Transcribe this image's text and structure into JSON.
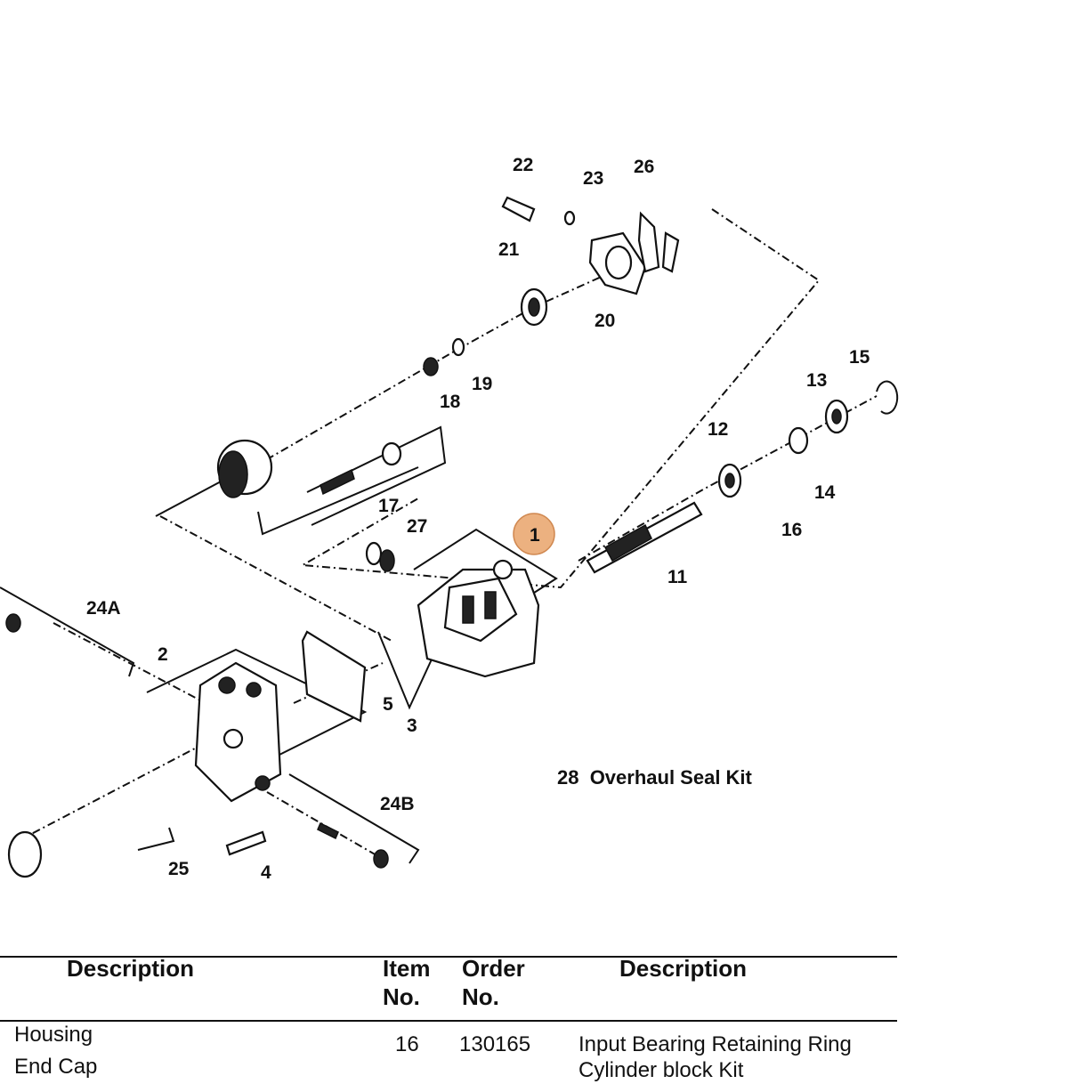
{
  "diagram": {
    "labels": {
      "p1": "1",
      "p2": "2",
      "p3": "3",
      "p4": "4",
      "p5": "5",
      "p11": "11",
      "p12": "12",
      "p13": "13",
      "p14": "14",
      "p15": "15",
      "p16": "16",
      "p17": "17",
      "p18": "18",
      "p19": "19",
      "p20": "20",
      "p21": "21",
      "p22": "22",
      "p23": "23",
      "p24a": "24A",
      "p24b": "24B",
      "p25": "25",
      "p26": "26",
      "p27": "27"
    },
    "kit_label": "28  Overhaul Seal Kit",
    "highlight_color": "#e9a36a"
  },
  "table": {
    "headers": {
      "description_left": "Description",
      "item_no": "Item\nNo.",
      "order_no": "Order\nNo.",
      "description_right": "Description"
    },
    "left_rows": [
      "Housing",
      "End Cap"
    ],
    "right_rows": [
      {
        "item": "16",
        "order": "130165",
        "description": "Input Bearing Retaining Ring"
      },
      {
        "item": "",
        "order": "",
        "description": "Cylinder block Kit"
      }
    ]
  }
}
